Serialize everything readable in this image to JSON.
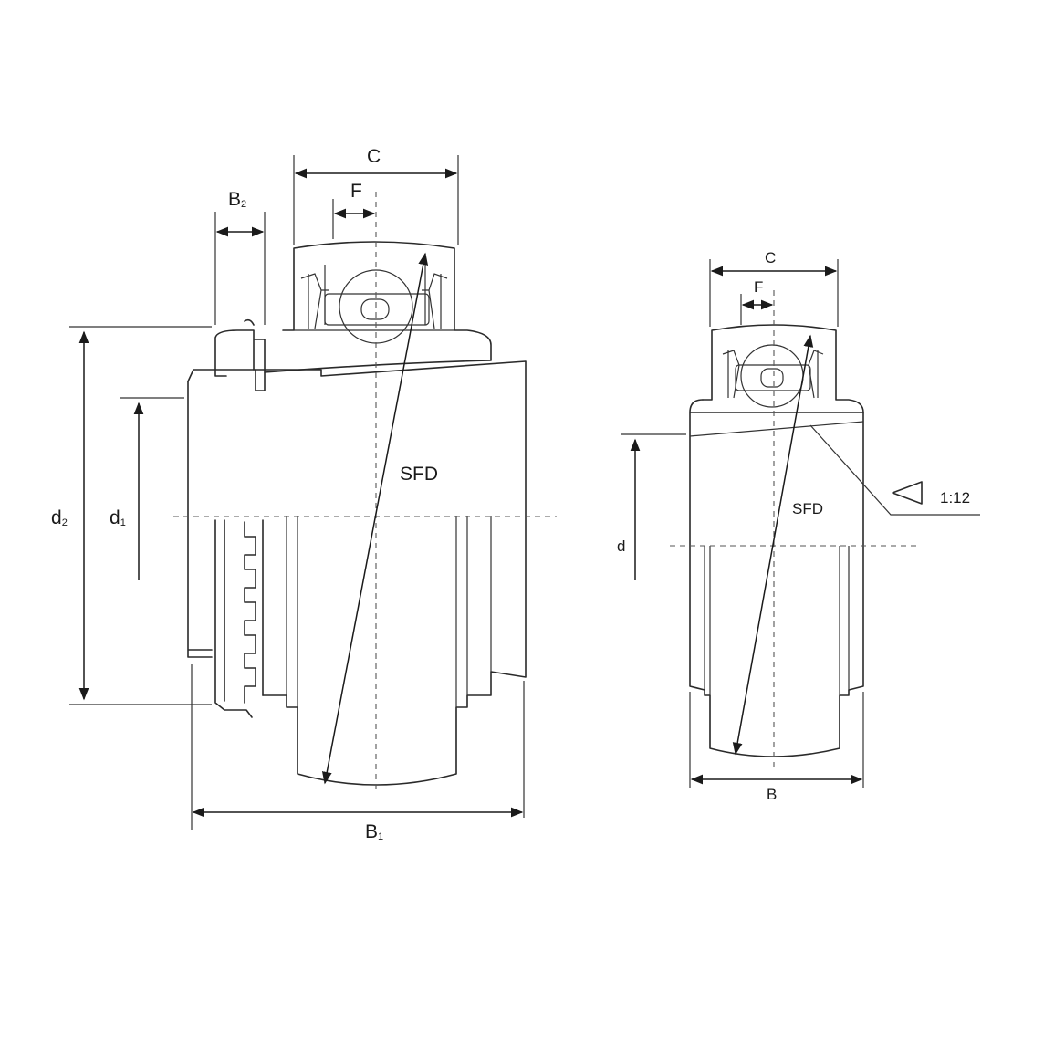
{
  "left_view": {
    "dim_c": "C",
    "dim_f": "F",
    "dim_b2": "B",
    "dim_b2_sub": "2",
    "dim_d2": "d",
    "dim_d2_sub": "2",
    "dim_d1": "d",
    "dim_d1_sub": "1",
    "dim_b1": "B",
    "dim_b1_sub": "1",
    "bearing_label": "SFD"
  },
  "right_view": {
    "dim_c": "C",
    "dim_f": "F",
    "dim_d": "d",
    "dim_b": "B",
    "bearing_label": "SFD",
    "taper_ratio": "1:12"
  },
  "colors": {
    "line": "#2a2a2a",
    "background": "#ffffff"
  }
}
